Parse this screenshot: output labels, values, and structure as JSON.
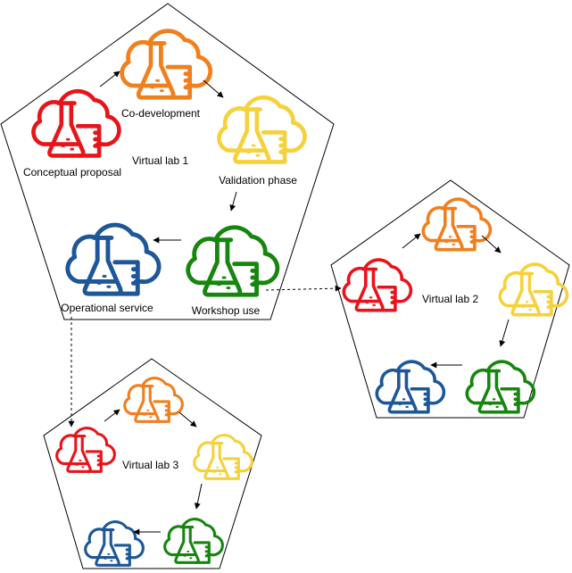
{
  "colors": {
    "red": "#e8141a",
    "orange": "#f07f1e",
    "yellow": "#f5d13a",
    "green": "#16860e",
    "blue": "#1d5799",
    "outline": "#000000"
  },
  "icon_name": "cloud-flask-beaker-icon",
  "lab1": {
    "title": "Virtual lab 1",
    "stages": {
      "conceptual": "Conceptual proposal",
      "codev": "Co-development",
      "validation": "Validation phase",
      "workshop": "Workshop use",
      "operational": "Operational service"
    }
  },
  "lab2": {
    "title": "Virtual lab 2"
  },
  "lab3": {
    "title": "Virtual lab 3"
  }
}
